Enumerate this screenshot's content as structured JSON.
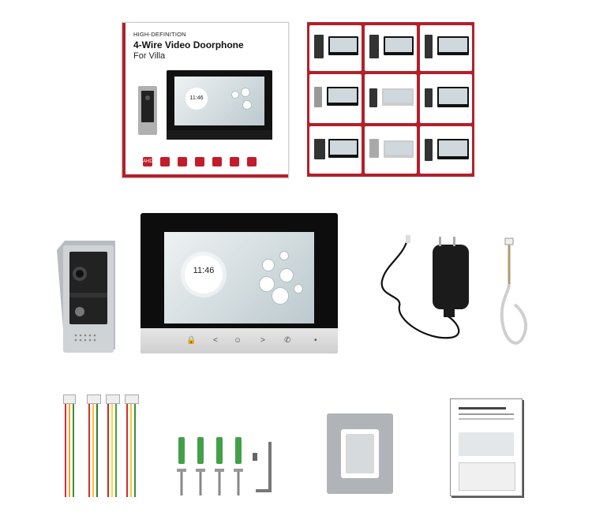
{
  "front_box": {
    "line1": "HIGH-DEFINITION",
    "line2": "4-Wire Video Doorphone",
    "line3": "For Villa",
    "clock": "11:46",
    "badge": "AHD"
  },
  "monitor": {
    "clock_time": "11:46",
    "buttons": [
      "lock-icon",
      "chevron-left-icon",
      "user-icon",
      "chevron-right-icon",
      "phone-icon",
      "dot-icon"
    ]
  },
  "colors": {
    "brand_red": "#b3202a",
    "screen_black": "#0d0d0d"
  }
}
